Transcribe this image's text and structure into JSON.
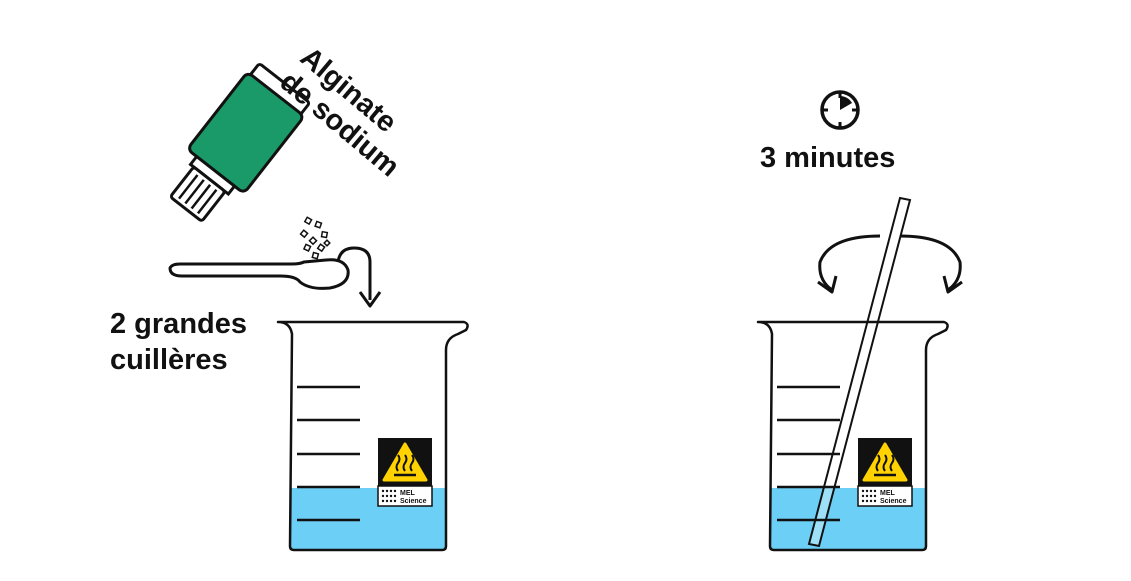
{
  "step1": {
    "bottle_label_line1": "Alginate",
    "bottle_label_line2": "de sodium",
    "amount_line1": "2 grandes",
    "amount_line2": "cuillères"
  },
  "step2": {
    "duration": "3 minutes"
  },
  "beaker": {
    "brand_line1": "MEL",
    "brand_line2": "Science"
  },
  "colors": {
    "water": "#6ccff6",
    "bottle_green": "#1a9a68",
    "warning_yellow": "#ffd200",
    "outline": "#111111"
  },
  "icons": [
    "powder-bottle-icon",
    "spoon-icon",
    "arrow-down-icon",
    "clock-icon",
    "stir-arrow-icon",
    "hot-surface-warning-icon",
    "glass-rod-icon"
  ]
}
